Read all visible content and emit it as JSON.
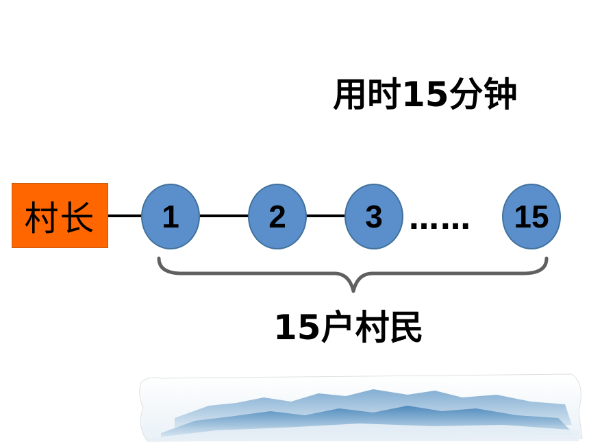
{
  "header": {
    "time_label": "用时15分钟"
  },
  "diagram": {
    "chief_label": "村长",
    "nodes": [
      "1",
      "2",
      "3",
      "15"
    ],
    "ellipsis": "……",
    "caption": "15户村民",
    "colors": {
      "chief_fill": "#ff6600",
      "node_fill": "#5b8fcc",
      "node_border": "#41719c",
      "brace": "#606060"
    }
  },
  "decoration": {
    "icon": "mountain-landscape-icon"
  }
}
